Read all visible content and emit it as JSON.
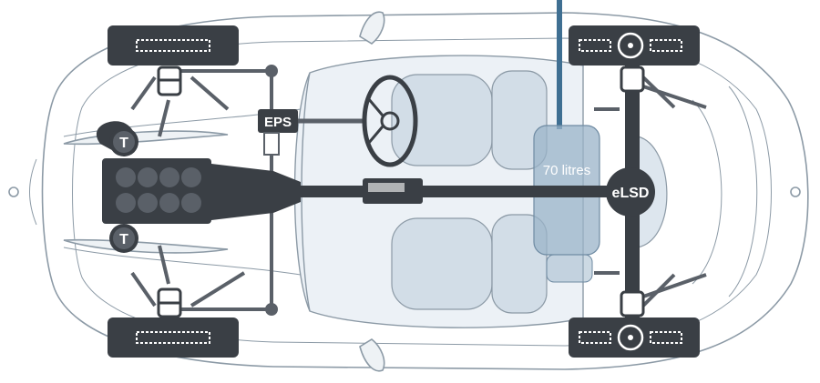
{
  "labels": {
    "eps": "EPS",
    "fuel_tank": "70 litres",
    "elsd": "eLSD",
    "turbo_top": "T",
    "turbo_bottom": "T"
  },
  "colors": {
    "body_outline": "#8c9aa6",
    "drivetrain": "#3a3f45",
    "drivetrain_light": "#5a6068",
    "tank_fill": "#9ab3c8",
    "fuel_line": "#3f6f92",
    "glass": "#dde6ee",
    "seat": "#c9d6e1"
  }
}
